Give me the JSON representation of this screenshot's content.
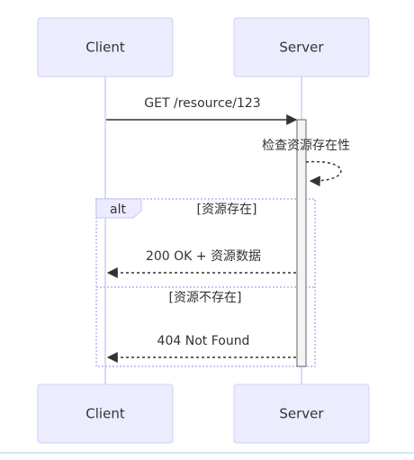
{
  "actors": {
    "client": "Client",
    "server": "Server"
  },
  "messages": {
    "request": "GET /resource/123",
    "self_check": "检查资源存在性",
    "ok_response": "200 OK + 资源数据",
    "not_found_response": "404 Not Found"
  },
  "alt_block": {
    "keyword": "alt",
    "condition_exists": "[资源存在]",
    "condition_missing": "[资源不存在]"
  }
}
